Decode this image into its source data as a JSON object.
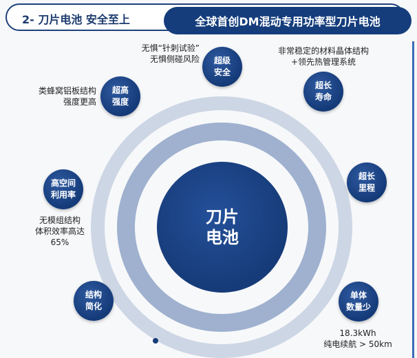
{
  "header": {
    "left": "2- 刀片电池 安全至上",
    "right": "全球首创DM混动专用功率型刀片电池"
  },
  "center": {
    "line1": "刀片",
    "line2": "电池"
  },
  "nodes": [
    {
      "l1": "超级",
      "l2": "安全",
      "desc": [
        "无惧“针刺试验”",
        "无惧侧碰风险"
      ]
    },
    {
      "l1": "超高",
      "l2": "强度",
      "desc": [
        "类蜂窝铝板结构",
        "强度更高"
      ]
    },
    {
      "l1": "超长",
      "l2": "寿命",
      "desc": [
        "非常稳定的材料晶体结构",
        "+领先热管理系统"
      ]
    },
    {
      "l1": "超长",
      "l2": "里程",
      "desc": []
    },
    {
      "l1": "高空间",
      "l2": "利用率",
      "desc": [
        "无模组结构",
        "体积效率高达",
        "65%"
      ]
    },
    {
      "l1": "结构",
      "l2": "简化",
      "desc": []
    },
    {
      "l1": "单体",
      "l2": "数量少",
      "desc": [
        "18.3kWh",
        "纯电续航 > 50km"
      ]
    }
  ]
}
